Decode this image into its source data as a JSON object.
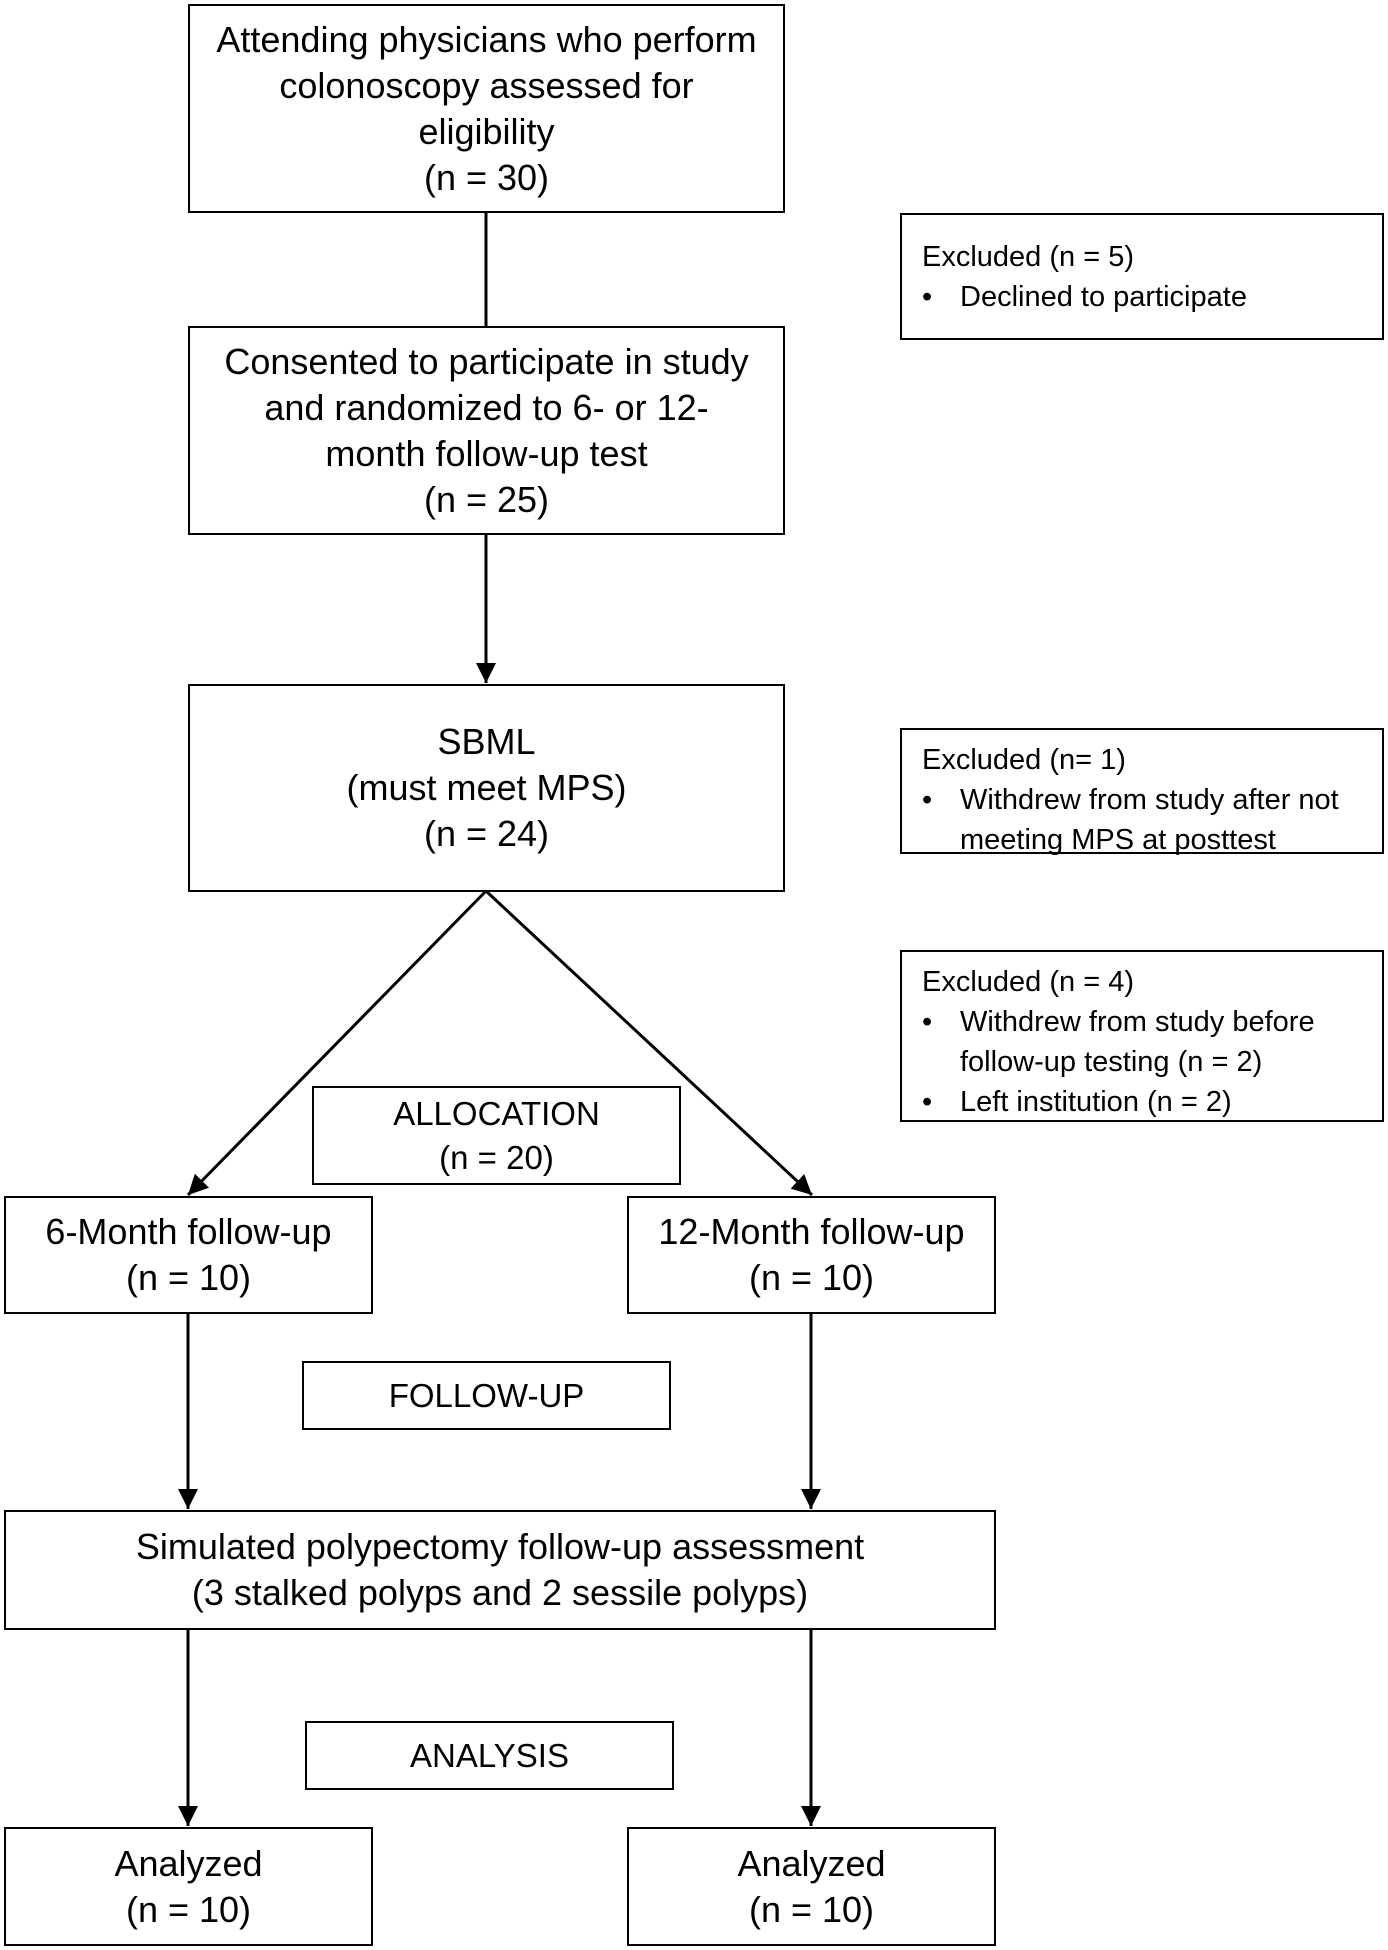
{
  "eligibility": {
    "text": "Attending physicians who perform colonoscopy assessed for eligibility",
    "n": "(n = 30)"
  },
  "excluded_1": {
    "heading": "Excluded (n = 5)",
    "items": [
      "Declined to participate"
    ]
  },
  "consented": {
    "text": "Consented to participate in study and randomized to 6- or 12-month follow-up test",
    "n": "(n = 25)"
  },
  "sbml": {
    "title": "SBML",
    "subtitle": "(must meet MPS)",
    "n": "(n = 24)"
  },
  "excluded_2": {
    "heading": "Excluded (n= 1)",
    "items": [
      "Withdrew from study after not meeting MPS at posttest"
    ]
  },
  "excluded_3": {
    "heading": "Excluded (n = 4)",
    "items": [
      "Withdrew from study before follow-up testing (n = 2)",
      "Left institution (n = 2)"
    ]
  },
  "allocation": {
    "label": "ALLOCATION",
    "n": "(n = 20)"
  },
  "six_month": {
    "label": "6-Month follow-up",
    "n": "(n = 10)"
  },
  "twelve_month": {
    "label": "12-Month follow-up",
    "n": "(n = 10)"
  },
  "followup_label": "FOLLOW-UP",
  "assessment": {
    "line1": "Simulated polypectomy follow-up assessment",
    "line2": "(3 stalked polyps and 2 sessile polyps)"
  },
  "analysis_label": "ANALYSIS",
  "analyzed_left": {
    "label": "Analyzed",
    "n": "(n = 10)"
  },
  "analyzed_right": {
    "label": "Analyzed",
    "n": "(n = 10)"
  }
}
